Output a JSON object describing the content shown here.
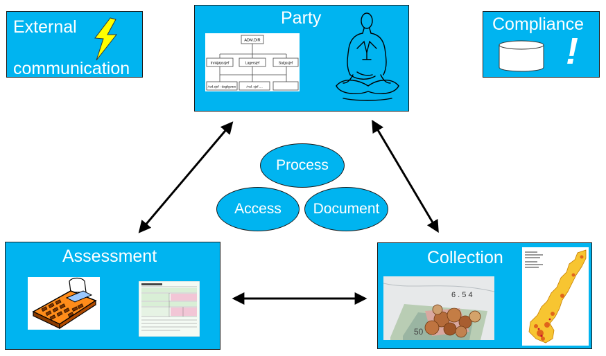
{
  "boxes": {
    "external": {
      "line1": "External",
      "line2": "communication"
    },
    "party": {
      "title": "Party"
    },
    "compliance": {
      "title": "Compliance",
      "exclamation": "!"
    },
    "assessment": {
      "title": "Assessment"
    },
    "collection": {
      "title": "Collection"
    }
  },
  "org_chart": {
    "top": "ADM.DIR",
    "mid": [
      "Innkjøpssjef",
      "Lagersjef",
      "Salgssjef"
    ],
    "bottom": [
      "Avd.sjef - dagligvare",
      "Avd. sjef ....",
      ""
    ]
  },
  "processes": {
    "process": "Process",
    "access": "Access",
    "document": "Document"
  },
  "pictures": {
    "banknote_text": "50",
    "banknote_digits": "6 . 5 4"
  },
  "colors": {
    "box_fill": "#00b4f0",
    "text": "#ffffff",
    "outline": "#1a1a1a",
    "lightning": "#ffff00"
  }
}
